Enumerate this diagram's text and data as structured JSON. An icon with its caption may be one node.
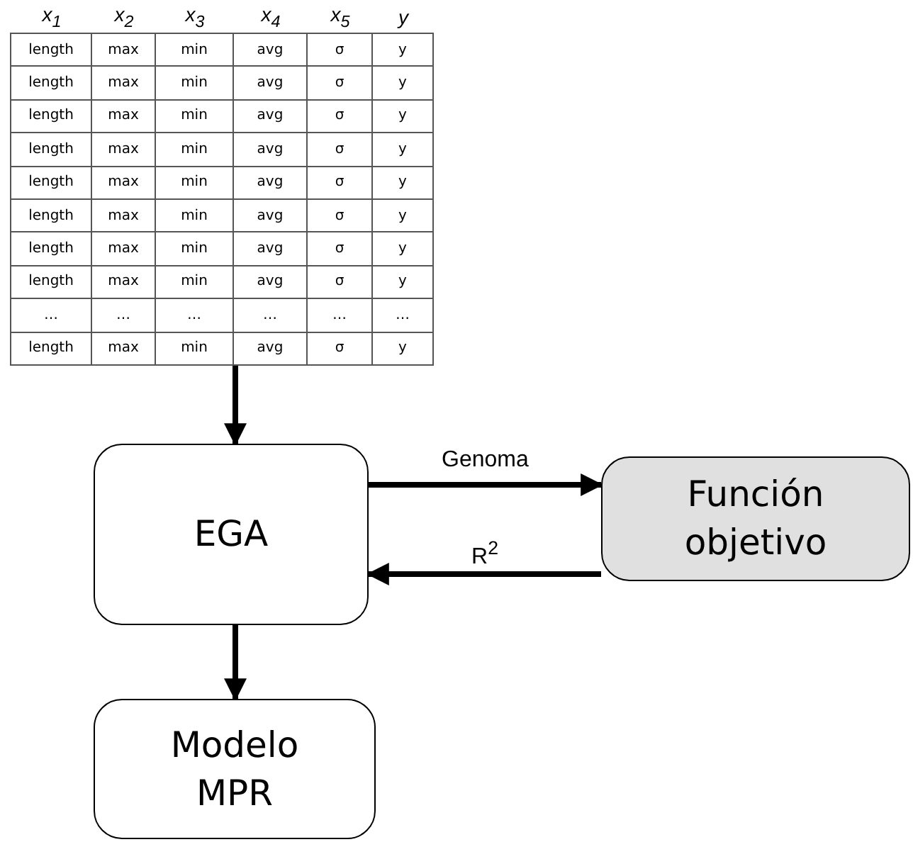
{
  "diagram": {
    "nodes": [
      {
        "text": [],
        "shape": "table"
      },
      {
        "text": [
          "EGA"
        ]
      },
      {
        "text": [
          "Función objetivo"
        ]
      },
      {
        "text": [
          "Modelo MPR"
        ]
      }
    ],
    "edges": [
      {
        "from": 0,
        "to": 1,
        "arrow": "to"
      },
      {
        "from": 1,
        "to": 2,
        "arrow": "to",
        "label": "Genoma"
      },
      {
        "from": 2,
        "to": 1,
        "arrow": "to",
        "label": "R$^{2}$"
      },
      {
        "from": 1,
        "to": 3,
        "arrow": "to"
      }
    ],
    "labels": [
      "x$_{1}$",
      "x$_{2}$",
      "x$_{3}$",
      "x$_{4}$",
      "x$_{5}$",
      "y",
      "length",
      "max",
      "min",
      "avg",
      "σ",
      "y",
      "length",
      "max",
      "min",
      "avg",
      "σ",
      "y",
      "length",
      "max",
      "min",
      "avg",
      "σ",
      "y",
      "length",
      "max",
      "min",
      "avg",
      "σ",
      "y",
      "length",
      "max",
      "min",
      "avg",
      "σ",
      "y",
      "length",
      "max",
      "min",
      "avg",
      "σ",
      "y",
      "length",
      "max",
      "min",
      "avg",
      "σ",
      "y",
      "length",
      "max",
      "min",
      "avg",
      "σ",
      "y",
      "…",
      "…",
      "…",
      "…",
      "…",
      "…",
      "length",
      "max",
      "min",
      "avg",
      "σ",
      "y"
    ]
  }
}
